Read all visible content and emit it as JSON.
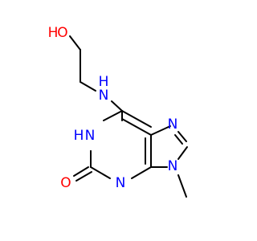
{
  "molecule": {
    "atoms": {
      "oh": {
        "element": "O",
        "h": "H",
        "h_side": "left"
      },
      "nh_side": {
        "element": "N",
        "h": "H",
        "h_side": "top"
      },
      "n1h": {
        "element": "N",
        "h": "H",
        "h_side": "left"
      },
      "o_carbonyl": {
        "element": "O"
      },
      "n3": {
        "element": "N"
      },
      "n7": {
        "element": "N"
      },
      "n9": {
        "element": "N"
      }
    },
    "colors": {
      "nitrogen": "#0000ff",
      "oxygen": "#ff0000",
      "bond": "#000000",
      "background": "#ffffff"
    }
  }
}
